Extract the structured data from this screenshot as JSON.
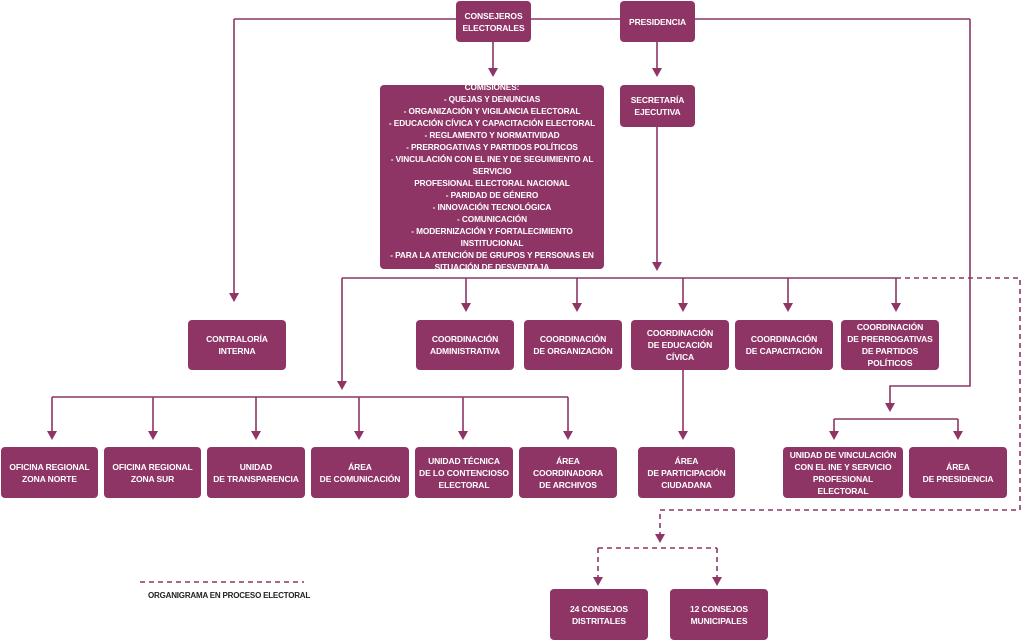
{
  "colors": {
    "box": "#8e3566",
    "line": "#8e3566",
    "text": "#ffffff"
  },
  "nodes": {
    "consejeros": "CONSEJEROS\nELECTORALES",
    "presidencia": "PRESIDENCIA",
    "comisiones": {
      "title": "COMISIONES:",
      "items": [
        "- QUEJAS Y DENUNCIAS",
        "- ORGANIZACIÓN Y VIGILANCIA ELECTORAL",
        "- EDUCACIÓN CÍVICA Y CAPACITACIÓN ELECTORAL",
        "- REGLAMENTO Y NORMATIVIDAD",
        "- PRERROGATIVAS Y PARTIDOS POLÍTICOS",
        "- VINCULACIÓN CON EL INE Y DE SEGUIMIENTO AL SERVICIO PROFESIONAL ELECTORAL NACIONAL",
        "- PARIDAD DE GÉNERO",
        "- INNOVACIÓN TECNOLÓGICA",
        "- COMUNICACIÓN",
        "- MODERNIZACIÓN Y FORTALECIMIENTO INSTITUCIONAL",
        "- PARA LA ATENCIÓN DE GRUPOS Y PERSONAS EN SITUACIÓN DE DESVENTAJA"
      ],
      "text": "COMISIONES:\n- QUEJAS Y DENUNCIAS\n- ORGANIZACIÓN Y VIGILANCIA ELECTORAL\n- EDUCACIÓN CÍVICA Y CAPACITACIÓN ELECTORAL\n- REGLAMENTO Y NORMATIVIDAD\n- PRERROGATIVAS Y PARTIDOS POLÍTICOS\n- VINCULACIÓN CON EL INE Y DE SEGUIMIENTO AL SERVICIO\nPROFESIONAL ELECTORAL NACIONAL\n- PARIDAD DE GÉNERO\n- INNOVACIÓN TECNOLÓGICA\n- COMUNICACIÓN\n- MODERNIZACIÓN Y FORTALECIMIENTO INSTITUCIONAL\n- PARA LA ATENCIÓN DE GRUPOS Y PERSONAS EN\nSITUACIÓN DE DESVENTAJA"
    },
    "secretaria": "SECRETARÍA\nEJECUTIVA",
    "contraloria": "CONTRALORÍA\nINTERNA",
    "coord_admin": "COORDINACIÓN\nADMINISTRATIVA",
    "coord_org": "COORDINACIÓN\nDE ORGANIZACIÓN",
    "coord_edu": "COORDINACIÓN\nDE EDUCACIÓN CÍVICA",
    "coord_cap": "COORDINACIÓN\nDE CAPACITACIÓN",
    "coord_prer": "COORDINACIÓN\nDE PRERROGATIVAS\nDE PARTIDOS POLÍTICOS",
    "of_norte": "OFICINA REGIONAL\nZONA NORTE",
    "of_sur": "OFICINA REGIONAL\nZONA SUR",
    "transparencia": "UNIDAD\nDE TRANSPARENCIA",
    "comunicacion": "ÁREA\nDE COMUNICACIÓN",
    "contencioso": "UNIDAD TÉCNICA\nDE LO CONTENCIOSO\nELECTORAL",
    "archivos": "ÁREA\nCOORDINADORA\nDE ARCHIVOS",
    "participacion": "ÁREA\nDE PARTICIPACIÓN\nCIUDADANA",
    "vinculacion": "UNIDAD DE VINCULACIÓN\nCON EL INE Y SERVICIO\nPROFESIONAL ELECTORAL",
    "area_presidencia": "ÁREA\nDE PRESIDENCIA",
    "distritales": "24 CONSEJOS\nDISTRITALES",
    "municipales": "12 CONSEJOS\nMUNICIPALES"
  },
  "legend": {
    "label": "ORGANIGRAMA EN PROCESO ELECTORAL",
    "style": "dashed"
  }
}
